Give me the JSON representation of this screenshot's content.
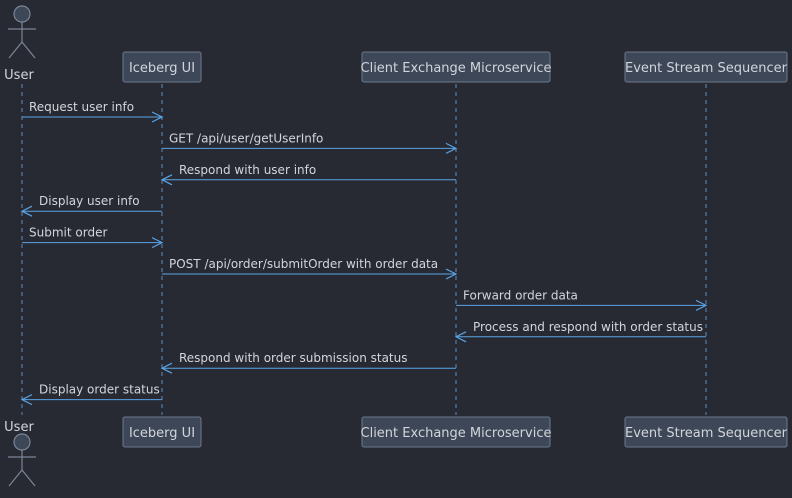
{
  "participants": [
    {
      "id": "user",
      "kind": "actor",
      "label": "User"
    },
    {
      "id": "iceberg",
      "kind": "box",
      "label": "Iceberg UI"
    },
    {
      "id": "client",
      "kind": "box",
      "label": "Client Exchange Microservice"
    },
    {
      "id": "event",
      "kind": "box",
      "label": "Event Stream Sequencer"
    }
  ],
  "messages": [
    {
      "from": "user",
      "to": "iceberg",
      "label": "Request user info"
    },
    {
      "from": "iceberg",
      "to": "client",
      "label": "GET /api/user/getUserInfo"
    },
    {
      "from": "client",
      "to": "iceberg",
      "label": "Respond with user info"
    },
    {
      "from": "iceberg",
      "to": "user",
      "label": "Display user info"
    },
    {
      "from": "user",
      "to": "iceberg",
      "label": "Submit order"
    },
    {
      "from": "iceberg",
      "to": "client",
      "label": "POST /api/order/submitOrder with order data"
    },
    {
      "from": "client",
      "to": "event",
      "label": "Forward order data"
    },
    {
      "from": "event",
      "to": "client",
      "label": "Process and respond with order status"
    },
    {
      "from": "client",
      "to": "iceberg",
      "label": "Respond with order submission status"
    },
    {
      "from": "iceberg",
      "to": "user",
      "label": "Display order status"
    }
  ]
}
